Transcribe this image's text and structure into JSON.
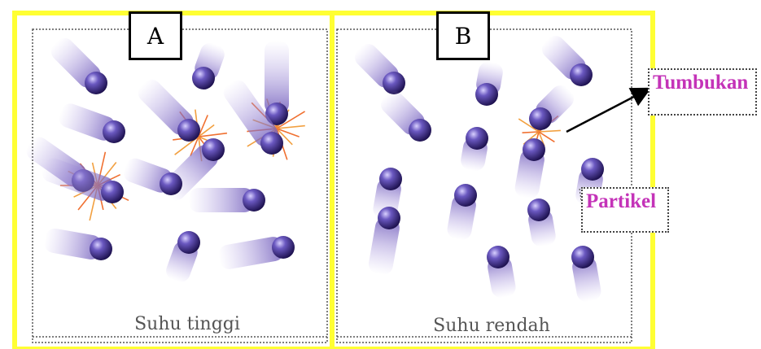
{
  "panels": {
    "a": {
      "letter": "A",
      "caption": "Suhu tinggi"
    },
    "b": {
      "letter": "B",
      "caption": "Suhu rendah"
    }
  },
  "annotations": {
    "collision": "Tumbukan",
    "particle": "Partikel"
  },
  "colors": {
    "frame": "#ffff33",
    "particle": "#4a3a9a",
    "trail": "#8a78c8",
    "spark": "#f07030",
    "annotation_text": "#c433b8"
  },
  "icons": {
    "particle": "sphere-particle-icon",
    "collision": "collision-burst-icon",
    "arrow": "arrow-icon"
  }
}
